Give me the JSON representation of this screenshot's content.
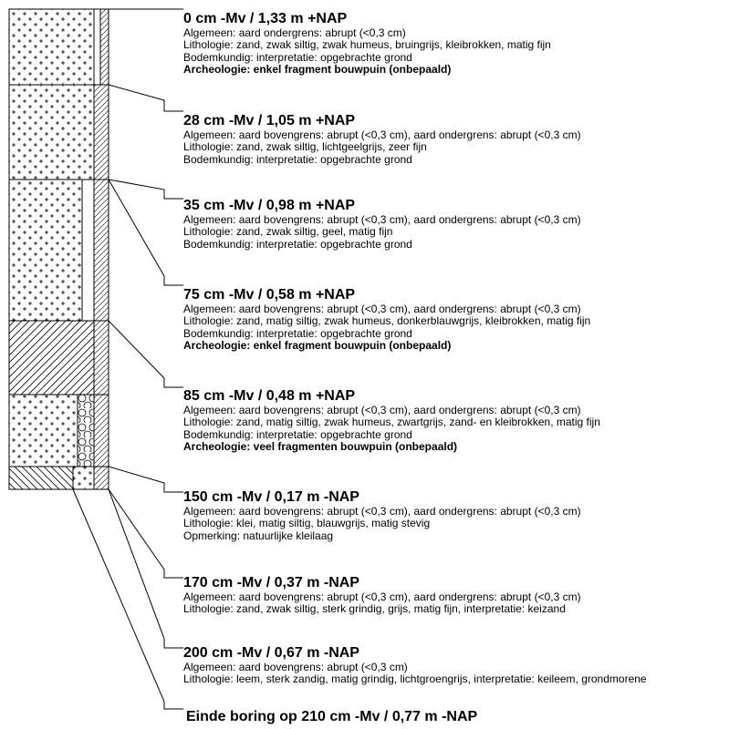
{
  "layers": [
    {
      "title": "0 cm -Mv / 1,33 m +NAP",
      "lines": [
        {
          "text": "Algemeen: aard ondergrens: abrupt (<0,3 cm)",
          "bold": false
        },
        {
          "text": "Lithologie: zand, zwak siltig, zwak humeus, bruingrijs, kleibrokken, matig fijn",
          "bold": false
        },
        {
          "text": "Bodemkundig: interpretatie: opgebrachte grond",
          "bold": false
        },
        {
          "text": "Archeologie: enkel fragment bouwpuin (onbepaald)",
          "bold": true
        }
      ]
    },
    {
      "title": "28 cm -Mv / 1,05 m +NAP",
      "lines": [
        {
          "text": "Algemeen: aard bovengrens: abrupt (<0,3 cm), aard ondergrens: abrupt (<0,3 cm)",
          "bold": false
        },
        {
          "text": "Lithologie: zand, zwak siltig, lichtgeelgrijs, zeer fijn",
          "bold": false
        },
        {
          "text": "Bodemkundig: interpretatie: opgebrachte grond",
          "bold": false
        }
      ]
    },
    {
      "title": "35 cm -Mv / 0,98 m +NAP",
      "lines": [
        {
          "text": "Algemeen: aard bovengrens: abrupt (<0,3 cm), aard ondergrens: abrupt (<0,3 cm)",
          "bold": false
        },
        {
          "text": "Lithologie: zand, zwak siltig, geel, matig fijn",
          "bold": false
        },
        {
          "text": "Bodemkundig: interpretatie: opgebrachte grond",
          "bold": false
        }
      ]
    },
    {
      "title": "75 cm -Mv / 0,58 m +NAP",
      "lines": [
        {
          "text": "Algemeen: aard bovengrens: abrupt (<0,3 cm), aard ondergrens: abrupt (<0,3 cm)",
          "bold": false
        },
        {
          "text": "Lithologie: zand, matig siltig, zwak humeus, donkerblauwgrijs, kleibrokken, matig fijn",
          "bold": false
        },
        {
          "text": "Bodemkundig: interpretatie: opgebrachte grond",
          "bold": false
        },
        {
          "text": "Archeologie: enkel fragment bouwpuin (onbepaald)",
          "bold": true
        }
      ]
    },
    {
      "title": "85 cm -Mv / 0,48 m +NAP",
      "lines": [
        {
          "text": "Algemeen: aard bovengrens: abrupt (<0,3 cm), aard ondergrens: abrupt (<0,3 cm)",
          "bold": false
        },
        {
          "text": "Lithologie: zand, matig siltig, zwak humeus, zwartgrijs, zand- en kleibrokken, matig fijn",
          "bold": false
        },
        {
          "text": "Bodemkundig: interpretatie: opgebrachte grond",
          "bold": false
        },
        {
          "text": "Archeologie: veel fragmenten bouwpuin (onbepaald)",
          "bold": true
        }
      ]
    },
    {
      "title": "150 cm -Mv / 0,17 m -NAP",
      "lines": [
        {
          "text": "Algemeen: aard bovengrens: abrupt (<0,3 cm), aard ondergrens: abrupt (<0,3 cm)",
          "bold": false
        },
        {
          "text": "Lithologie: klei, matig siltig, blauwgrijs, matig stevig",
          "bold": false
        },
        {
          "text": "Opmerking: natuurlijke kleilaag",
          "bold": false
        }
      ]
    },
    {
      "title": "170 cm -Mv / 0,37 m -NAP",
      "lines": [
        {
          "text": "Algemeen: aard bovengrens: abrupt (<0,3 cm), aard ondergrens: abrupt (<0,3 cm)",
          "bold": false
        },
        {
          "text": "Lithologie: zand, zwak siltig, sterk grindig, grijs, matig fijn, interpretatie: keizand",
          "bold": false
        }
      ]
    },
    {
      "title": "200 cm -Mv / 0,67 m -NAP",
      "lines": [
        {
          "text": "Algemeen: aard bovengrens: abrupt (<0,3 cm)",
          "bold": false
        },
        {
          "text": "Lithologie: leem, sterk zandig, matig grindig, lichtgroengrijs, interpretatie: keileem, grondmorene",
          "bold": false
        }
      ]
    }
  ],
  "end_text": "Einde boring op 210 cm -Mv / 0,77 m -NAP"
}
